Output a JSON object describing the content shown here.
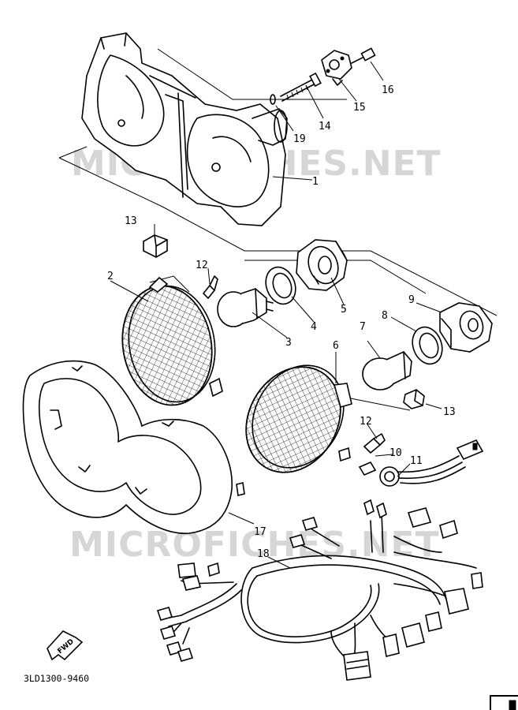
{
  "watermark": "MICROFICHES.NET",
  "diagram_code": "3LD1300-9460",
  "fwd_label": "FWD",
  "part_labels": {
    "p1": "1",
    "p2": "2",
    "p3": "3",
    "p4": "4",
    "p5": "5",
    "p6": "6",
    "p7": "7",
    "p8": "8",
    "p9": "9",
    "p10": "10",
    "p11": "11",
    "p12a": "12",
    "p12b": "12",
    "p13a": "13",
    "p13b": "13",
    "p14": "14",
    "p15": "15",
    "p16": "16",
    "p17": "17",
    "p18": "18",
    "p19": "19"
  }
}
